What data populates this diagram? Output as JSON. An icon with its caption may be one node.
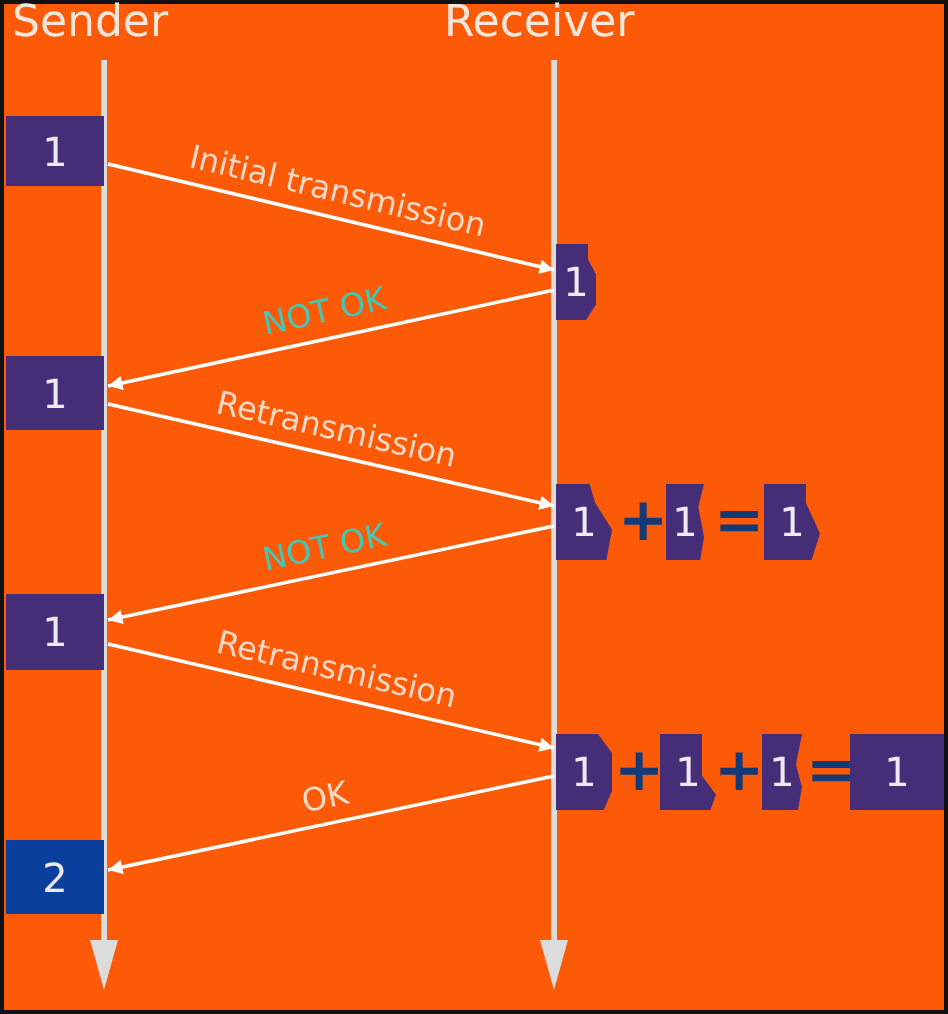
{
  "diagram": {
    "nodes": [
      {
        "text": [
          "1"
        ]
      },
      {
        "text": [
          "1"
        ]
      },
      {
        "text": [
          "1"
        ]
      },
      {
        "text": [
          "1"
        ]
      },
      {
        "text": [
          "1"
        ]
      },
      {
        "text": [
          "1"
        ]
      },
      {
        "text": [
          "1"
        ]
      },
      {
        "text": [
          "1"
        ]
      },
      {
        "text": [
          "1"
        ]
      },
      {
        "text": [
          "1"
        ]
      },
      {
        "text": [
          "1"
        ]
      },
      {
        "text": [
          "2"
        ]
      }
    ],
    "edges": [
      {
        "from": 0,
        "to": 1,
        "arrow": "to",
        "label": "Initial transmission"
      },
      {
        "from": 1,
        "to": 2,
        "arrow": "to",
        "label": "NOT OK"
      },
      {
        "from": 2,
        "to": 3,
        "arrow": "to",
        "label": "Retransmission"
      },
      {
        "from": 3,
        "to": 6,
        "arrow": "to",
        "label": "NOT OK"
      },
      {
        "from": 6,
        "to": 7,
        "arrow": "to",
        "label": "Retransmission"
      },
      {
        "from": 7,
        "to": 11,
        "arrow": "to",
        "label": "OK"
      }
    ],
    "labels": [
      "Sender",
      "Receiver",
      "+",
      "=",
      "+",
      "+",
      "="
    ]
  }
}
